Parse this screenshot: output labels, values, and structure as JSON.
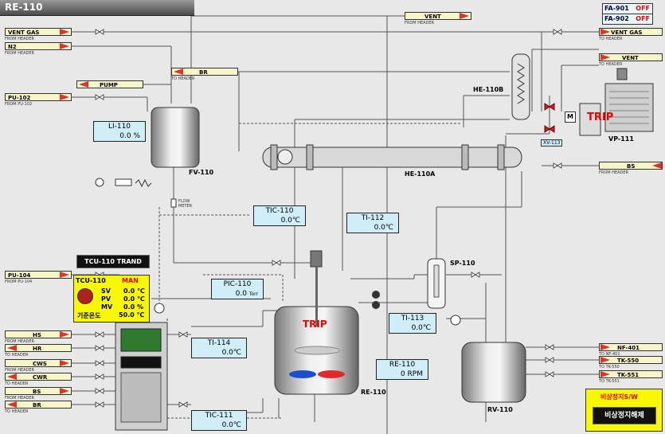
{
  "window": {
    "title": "RE-110"
  },
  "alarms": [
    {
      "name": "FA-901",
      "state": "OFF"
    },
    {
      "name": "FA-902",
      "state": "OFF"
    }
  ],
  "left_lines": [
    {
      "tag": "VENT GAS",
      "sub": "FROM HEADER"
    },
    {
      "tag": "N2",
      "sub": "FROM HEADER"
    },
    {
      "tag": "PU-102",
      "sub": "FROM PU-102"
    },
    {
      "tag": "PU-104",
      "sub": "FROM PU-104"
    },
    {
      "tag": "HS",
      "sub": "FROM HEADER"
    },
    {
      "tag": "HR",
      "sub": "TO HEADER"
    },
    {
      "tag": "CWS",
      "sub": "FROM HEADER"
    },
    {
      "tag": "CWR",
      "sub": "TO HEADER"
    },
    {
      "tag": "BS",
      "sub": "FROM HEADER"
    },
    {
      "tag": "BR",
      "sub": "TO HEADER"
    }
  ],
  "mid_lines": {
    "pump": {
      "tag": "PUMP"
    },
    "br": {
      "tag": "BR",
      "sub": "TO HEADER"
    },
    "vent_top": {
      "tag": "VENT",
      "sub": "FROM HEADER"
    }
  },
  "right_lines": [
    {
      "tag": "VENT GAS",
      "sub": "TO HEADER"
    },
    {
      "tag": "VENT",
      "sub": "TO HEADER"
    },
    {
      "tag": "BS",
      "sub": "FROM HEADER"
    },
    {
      "tag": "NF-401",
      "sub": "TO NF-401"
    },
    {
      "tag": "TK-550",
      "sub": "TO TK-550"
    },
    {
      "tag": "TK-551",
      "sub": "TO TK-551"
    }
  ],
  "instruments": {
    "li110": {
      "label": "LI-110",
      "value": "0.0 %"
    },
    "tic110": {
      "label": "TIC-110",
      "value": "0.0℃"
    },
    "ti112": {
      "label": "TI-112",
      "value": "0.0℃"
    },
    "pic110": {
      "label": "PIC-110",
      "value": "0.0",
      "unit": "Torr"
    },
    "ti113": {
      "label": "TI-113",
      "value": "0.0℃"
    },
    "ti114": {
      "label": "TI-114",
      "value": "0.0℃"
    },
    "re110": {
      "label": "RE-110",
      "value": "0 RPM"
    },
    "tic111": {
      "label": "TIC-111",
      "value": "0.0℃"
    }
  },
  "equipment": {
    "fv110": "FV-110",
    "he110a": "HE-110A",
    "he110b": "HE-110B",
    "sp110": "SP-110",
    "re110": "RE-110",
    "rv110": "RV-110",
    "vp111": "VP-111",
    "xv113": "XV-113",
    "motor": "M",
    "flow_meter": "FLOW METER"
  },
  "trip": {
    "reactor": "TRIP",
    "pump": "TRIP"
  },
  "tcu": {
    "trand_button": "TCU-110 TRAND",
    "title": "TCU-110",
    "mode": "MAN",
    "rows": [
      {
        "k": "SV",
        "v": "0.0 ℃"
      },
      {
        "k": "PV",
        "v": "0.0 ℃"
      },
      {
        "k": "MV",
        "v": "0.0 %"
      },
      {
        "k": "기준온도",
        "v": "50.0 ℃"
      }
    ]
  },
  "emergency": {
    "label": "비상정지S/W",
    "button": "비상정지해제"
  },
  "colors": {
    "pipe_tag_bg": "#f6f6c8",
    "readout_bg": "#cfeef8",
    "arrow": "#e03030",
    "alarm_off": "#e00000",
    "tcu_bg": "#f8f800"
  }
}
